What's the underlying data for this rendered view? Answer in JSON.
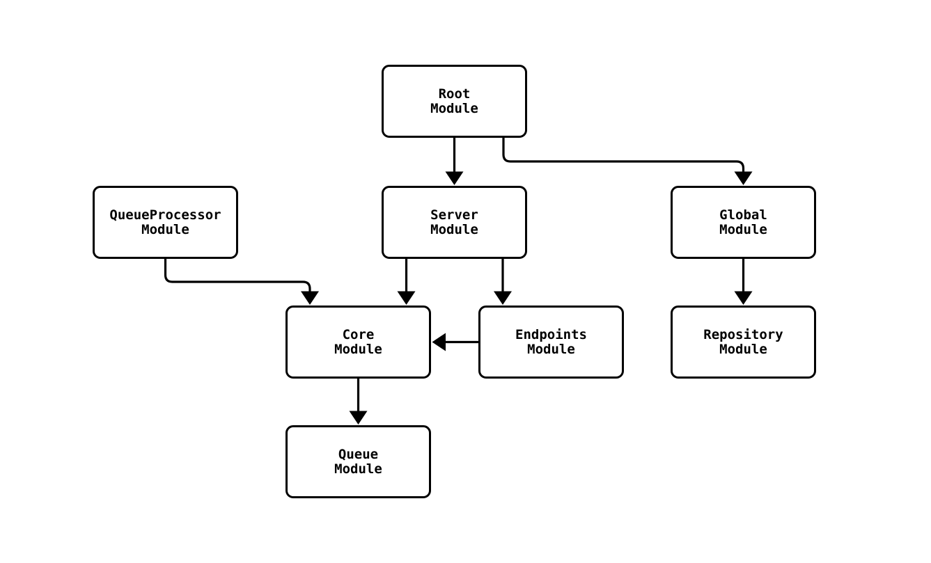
{
  "diagram": {
    "type": "module-dependency-diagram",
    "colors": {
      "background": "#ffffff",
      "node_fill": "#ffffff",
      "node_border": "#000000",
      "edge": "#000000",
      "text": "#000000"
    },
    "nodes": [
      {
        "id": "root",
        "label": "Root\nModule"
      },
      {
        "id": "queueprocessor",
        "label": "QueueProcessor\nModule"
      },
      {
        "id": "server",
        "label": "Server\nModule"
      },
      {
        "id": "global",
        "label": "Global\nModule"
      },
      {
        "id": "core",
        "label": "Core\nModule"
      },
      {
        "id": "endpoints",
        "label": "Endpoints\nModule"
      },
      {
        "id": "repository",
        "label": "Repository\nModule"
      },
      {
        "id": "queue",
        "label": "Queue\nModule"
      }
    ],
    "edges": [
      {
        "from": "root",
        "to": "server"
      },
      {
        "from": "root",
        "to": "global"
      },
      {
        "from": "queueprocessor",
        "to": "core"
      },
      {
        "from": "server",
        "to": "core"
      },
      {
        "from": "server",
        "to": "endpoints"
      },
      {
        "from": "endpoints",
        "to": "core"
      },
      {
        "from": "global",
        "to": "repository"
      },
      {
        "from": "core",
        "to": "queue"
      }
    ]
  }
}
